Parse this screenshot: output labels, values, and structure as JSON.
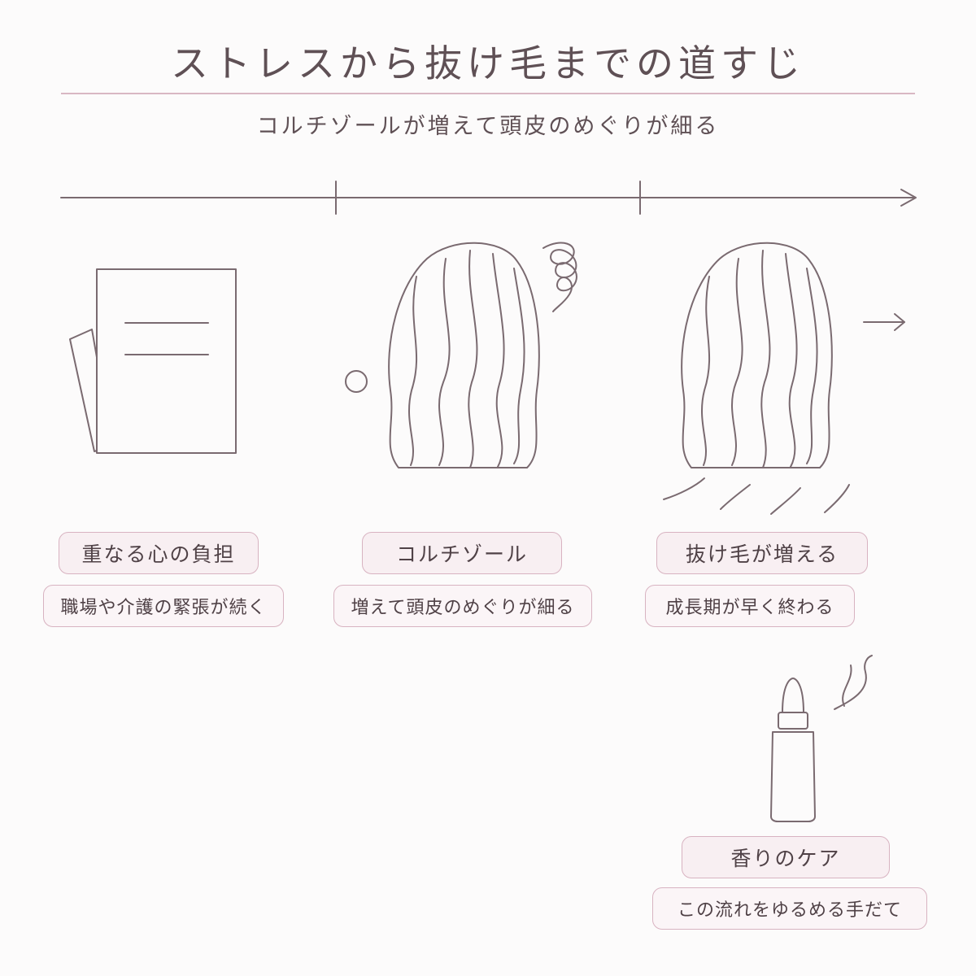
{
  "title": "ストレスから抜け毛までの道すじ",
  "subtitle": "コルチゾールが増えて頭皮のめぐりが細る",
  "steps": [
    {
      "label": "重なる心の負担",
      "detail": "職場や介護の緊張が続く"
    },
    {
      "label": "コルチゾール",
      "detail": "増えて頭皮のめぐりが細る"
    },
    {
      "label": "抜け毛が増える",
      "detail": "成長期が早く終わる"
    }
  ],
  "care": {
    "label": "香りのケア",
    "detail": "この流れをゆるめる手だて"
  },
  "colors": {
    "line": "#7a6a70",
    "pill_border": "#d8b3c1",
    "pill_fill": "#f8eff2",
    "rule": "#d9b7c3"
  },
  "icons": [
    "document-icon",
    "hair-icon",
    "swirl-icon",
    "bubble-icon",
    "falling-hair-icon",
    "arrow-icon",
    "oil-bottle-icon",
    "aroma-icon"
  ]
}
